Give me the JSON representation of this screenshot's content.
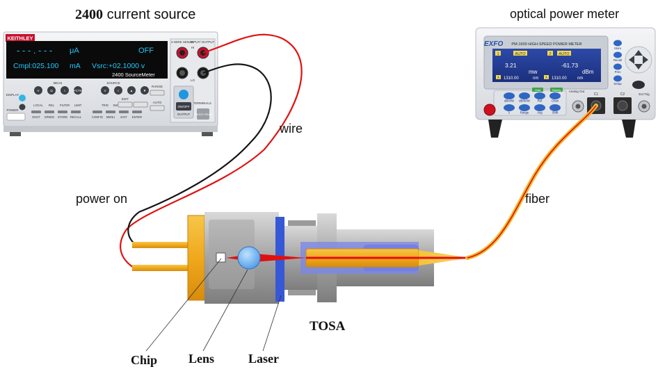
{
  "labels": {
    "source_model": "2400",
    "source_title": "current source",
    "meter_title": "optical power meter",
    "wire": "wire",
    "power_on": "power on",
    "fiber": "fiber",
    "tosa": "TOSA",
    "chip": "Chip",
    "lens": "Lens",
    "laser": "Laser"
  },
  "keithley": {
    "brand": "KEITHLEY",
    "line1_dashes": "- - - . - - -",
    "line1_unit": "μA",
    "line1_status": "OFF",
    "cmpl": "Cmpl:025.100",
    "cmpl_unit": "mA",
    "vsrc": "Vsrc:+02.1000 v",
    "model": "2400 SourceMeter",
    "meas_label": "MEAS",
    "source_label": "SOURCE",
    "edit_label": "EDIT",
    "range_label": "RANGE",
    "auto_label": "AUTO",
    "display_label": "DISPLAY",
    "power_label": "POWER",
    "onoff_label": "ON/OFF",
    "output_label": "OUTPUT",
    "sense_label": "4-WIRE SENSE",
    "io_label": "INPUT/ OUTPUT",
    "hi_label": "HI",
    "lo_label": "LO",
    "terminals_label": "TERMINALS",
    "front_rear": "FRONT/ REAR",
    "keys_row1": [
      "V",
      "Ω",
      "I",
      "FCTN",
      "V",
      "I",
      "▲",
      "▼"
    ],
    "keys_row2": [
      "LOCAL",
      "REL",
      "FILTER",
      "LIMIT",
      "TRIG",
      "SWEEP"
    ],
    "keys_row3": [
      "DIGIT",
      "SPEED",
      "STORE",
      "RECALL",
      "CONFIG",
      "MENU",
      "EXIT",
      "ENTER"
    ]
  },
  "exfo": {
    "brand": "EXFO",
    "model": "PM-1600 HIGH-SPEED POWER METER",
    "ch1": "1",
    "ch2": "2",
    "auto": "AUTO",
    "val1": "3.21",
    "unit1": "mw",
    "val2": "-61.73",
    "unit2": "dBm",
    "wl_tag": "λ",
    "wl1": "1310.00",
    "wl_unit": "nm",
    "wl2": "1310.00",
    "buttons_row1": [
      "dBm/W",
      "dB/W/W",
      "Ref",
      "Chan"
    ],
    "buttons_row2": [
      "λ",
      "Range",
      "Avg",
      "Shift"
    ],
    "hold": "Hold",
    "display": "Display",
    "side_buttons": [
      "Store",
      "Recall",
      "Prev",
      "Setup"
    ],
    "analog_out": "Analog Out",
    "c1": "C1",
    "c2": "C2",
    "ext_trig": "Ext.Trig"
  }
}
